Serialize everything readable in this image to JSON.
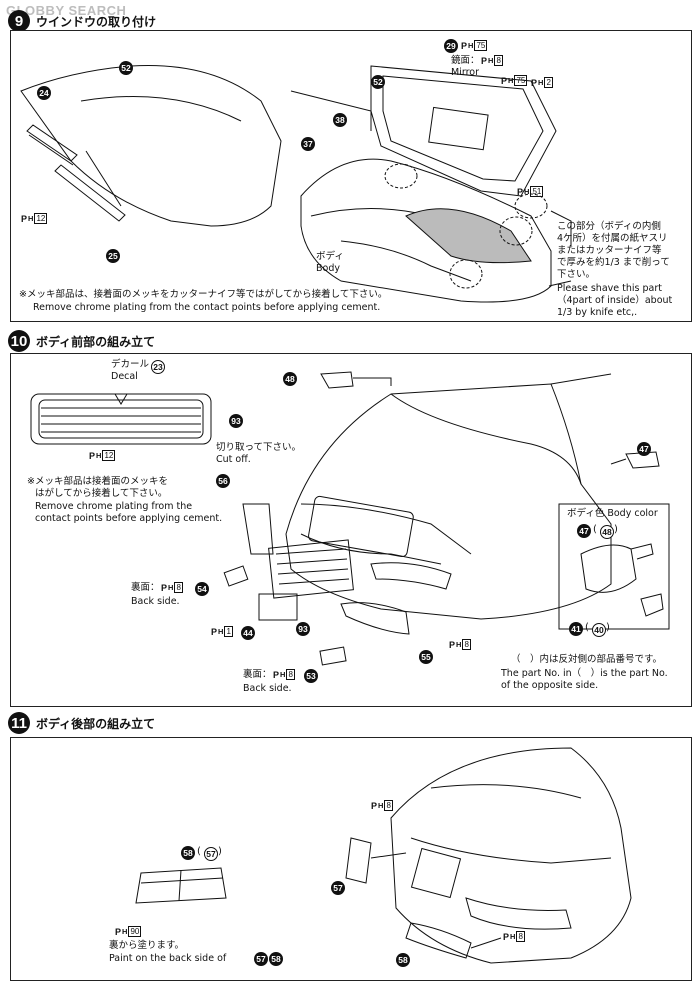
{
  "watermark": "GLOBBY SEARCH",
  "step9": {
    "num": "9",
    "title": "ウインドウの取り付け",
    "note_jp": "※メッキ部品は、接着面のメッキをカッターナイフ等ではがしてから接着して下さい。",
    "note_en": "Remove chrome plating from the contact points before applying cement.",
    "mirror_label_jp": "鏡面：",
    "mirror_label_en": "Mirror",
    "body_label_jp": "ボディ",
    "body_label_en": "Body",
    "shave_jp_1": "この部分（ボディの内側",
    "shave_jp_2": "4ケ所）を付属の紙ヤスリ",
    "shave_jp_3": "またはカッターナイフ等",
    "shave_jp_4": "で厚みを約1/3 まで削って",
    "shave_jp_5": "下さい。",
    "shave_en_1": "Please shave this part",
    "shave_en_2": "（4part of inside）about",
    "shave_en_3": "1/3 by knife etc,.",
    "parts": [
      "52",
      "24",
      "25",
      "29",
      "38",
      "37"
    ],
    "ph": {
      "p75": "75",
      "p8": "8",
      "p2": "2",
      "p51": "51",
      "p12": "12"
    }
  },
  "step10": {
    "num": "10",
    "title": "ボディ前部の組み立て",
    "decal_jp": "デカール",
    "decal_en": "Decal",
    "cut_jp": "切り取って下さい。",
    "cut_en": "Cut off.",
    "note_jp_1": "※メッキ部品は接着面のメッキを",
    "note_jp_2": "はがしてから接着して下さい。",
    "note_en_1": "Remove chrome plating from the",
    "note_en_2": "contact points before applying cement.",
    "back_jp": "裏面：",
    "back_en": "Back side.",
    "body_color": "ボディ色 Body color",
    "paren_jp": "（　）内は反対側の部品番号です。",
    "paren_en_1": "The part No. in（　）is the part No.",
    "paren_en_2": "of the opposite side.",
    "parts": [
      "23",
      "93",
      "48",
      "47",
      "56",
      "54",
      "44",
      "93",
      "53",
      "55",
      "47",
      "48",
      "41",
      "40"
    ],
    "ph": {
      "p12": "12",
      "p8": "8",
      "p1": "1"
    }
  },
  "step11": {
    "num": "11",
    "title": "ボディ後部の組み立て",
    "paint_jp": "裏から塗ります。",
    "paint_en": "Paint on the back side of",
    "parts": [
      "58",
      "57",
      "57",
      "58"
    ],
    "ph": {
      "p90": "90",
      "p8": "8"
    }
  },
  "ph_prefix": "P",
  "ph_sub": "H"
}
